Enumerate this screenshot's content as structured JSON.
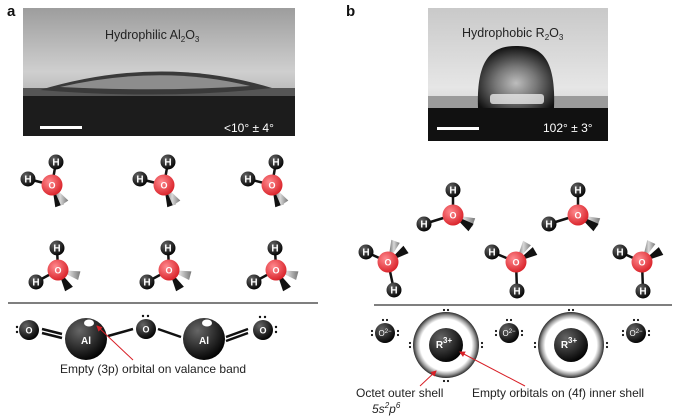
{
  "panels": {
    "a": {
      "letter": "a",
      "photo_title": "Hydrophilic Al",
      "photo_title_sub": "2",
      "photo_title_mid": "O",
      "photo_title_sub2": "3",
      "contact_angle": "<10° ± 4°",
      "surface_atoms": {
        "oxygen": "O",
        "aluminium": "Al"
      },
      "annotation": "Empty (3p) orbital on valance band"
    },
    "b": {
      "letter": "b",
      "photo_title": "Hydrophobic R",
      "photo_title_sub": "2",
      "photo_title_mid": "O",
      "photo_title_sub2": "3",
      "contact_angle": "102° ± 3°",
      "surface_atoms": {
        "oxygen": "O",
        "oxygen_charge": "2−",
        "rare_earth": "R",
        "rare_earth_charge": "3+"
      },
      "annotation_outer": "Octet outer shell",
      "annotation_outer_config_a": "5s",
      "annotation_outer_config_a_sup": "2",
      "annotation_outer_config_b": "p",
      "annotation_outer_config_b_sup": "6",
      "annotation_inner": "Empty orbitals on (4f) inner shell"
    }
  },
  "water": {
    "hydrogen": "H",
    "oxygen": "O"
  },
  "colors": {
    "oxygen": "#e8323a",
    "hydrogen": "#111111",
    "arrow": "#d81f26"
  }
}
